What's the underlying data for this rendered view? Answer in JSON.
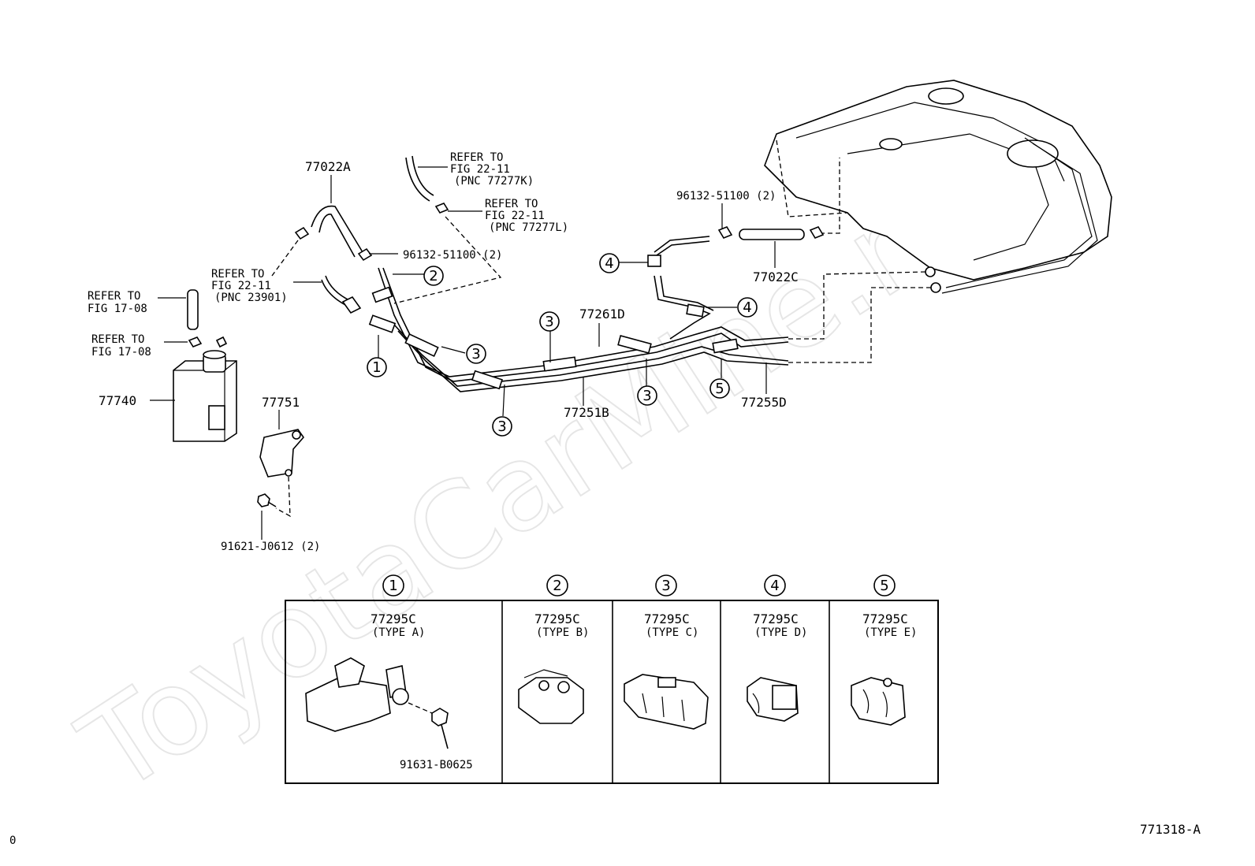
{
  "watermark": "ToyotaCarMine.ru",
  "figure_id": "771318-A",
  "corner_mark": "0",
  "callouts": {
    "hose_a": "77022A",
    "hose_c": "77022C",
    "canister": "77740",
    "bracket": "77751",
    "tube_main": "77261D",
    "tube_b": "77251B",
    "tube_d": "77255D",
    "clip_upper": "96132-51100 (2)",
    "clip_right": "96132-51100 (2)",
    "bolt_bracket": "91621-J0612 (2)",
    "bolt_type_a": "91631-B0625"
  },
  "refs": {
    "r1_l1": "REFER TO",
    "r1_l2": "FIG 22-11",
    "r1_l3": "(PNC 77277K)",
    "r2_l1": "REFER TO",
    "r2_l2": "FIG 22-11",
    "r2_l3": "(PNC 77277L)",
    "r3_l1": "REFER TO",
    "r3_l2": "FIG 22-11",
    "r3_l3": "(PNC 23901)",
    "r4_l1": "REFER TO",
    "r4_l2": "FIG 17-08",
    "r5_l1": "REFER TO",
    "r5_l2": "FIG 17-08"
  },
  "markers": [
    "1",
    "2",
    "3",
    "4",
    "5"
  ],
  "legend": [
    {
      "num": "1",
      "part": "77295C",
      "type": "(TYPE A)"
    },
    {
      "num": "2",
      "part": "77295C",
      "type": "(TYPE B)"
    },
    {
      "num": "3",
      "part": "77295C",
      "type": "(TYPE C)"
    },
    {
      "num": "4",
      "part": "77295C",
      "type": "(TYPE D)"
    },
    {
      "num": "5",
      "part": "77295C",
      "type": "(TYPE E)"
    }
  ]
}
